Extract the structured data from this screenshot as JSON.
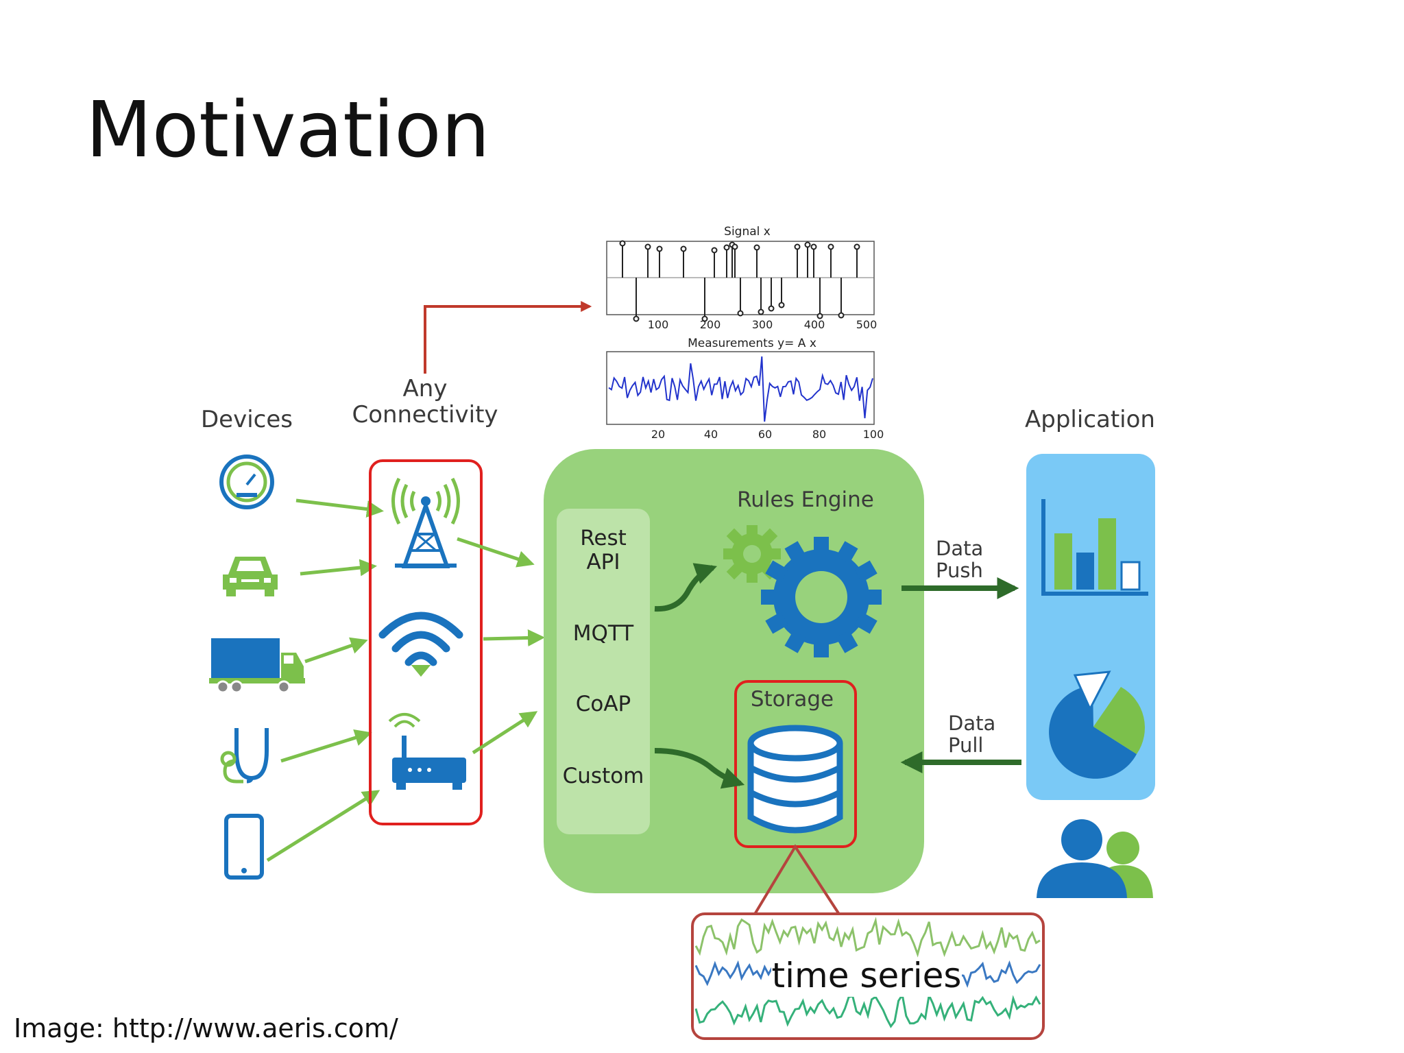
{
  "slide": {
    "title": "Motivation",
    "caption": "Image: http://www.aeris.com/"
  },
  "diagram": {
    "columns": {
      "devices": "Devices",
      "connectivity_line1": "Any",
      "connectivity_line2": "Connectivity",
      "application": "Application"
    },
    "protocols": {
      "rest_line1": "Rest",
      "rest_line2": "API",
      "mqtt": "MQTT",
      "coap": "CoAP",
      "custom": "Custom"
    },
    "rules_engine": "Rules Engine",
    "storage": "Storage",
    "data_push_line1": "Data",
    "data_push_line2": "Push",
    "data_pull_line1": "Data",
    "data_pull_line2": "Pull",
    "time_series": "time series",
    "signal_plot": {
      "title": "Signal x",
      "x_ticks": [
        "100",
        "200",
        "300",
        "400",
        "500"
      ]
    },
    "measurement_plot": {
      "title": "Measurements y= A x",
      "x_ticks": [
        "20",
        "40",
        "60",
        "80",
        "100"
      ]
    },
    "device_icons": [
      "gauge-icon",
      "car-icon",
      "truck-icon",
      "stethoscope-icon",
      "smartphone-icon"
    ],
    "connectivity_icons": [
      "cell-tower-icon",
      "wifi-icon",
      "router-icon"
    ],
    "colors": {
      "green_accent": "#7cc04b",
      "blue_accent": "#1a73be",
      "highlight_red": "#e0201e",
      "panel_green": "#98d27c",
      "app_blue": "#7ac9f6"
    }
  }
}
